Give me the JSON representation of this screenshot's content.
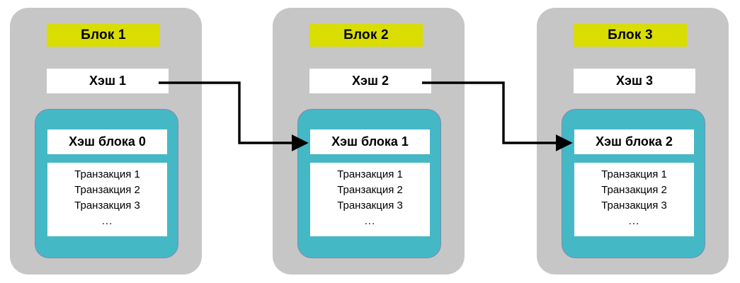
{
  "diagram": {
    "title": "Blockchain block chain diagram",
    "colors": {
      "card_background": "#c6c6c6",
      "title_background": "#d9dd00",
      "inner_background": "#45b8c6",
      "box_background": "#ffffff",
      "text": "#000000",
      "arrow": "#000000"
    },
    "blocks": [
      {
        "title": "Блок 1",
        "hash": "Хэш 1",
        "prev_hash": "Хэш блока 0",
        "transactions": [
          "Транзакция 1",
          "Транзакция 2",
          "Транзакция 3"
        ],
        "ellipsis": "..."
      },
      {
        "title": "Блок 2",
        "hash": "Хэш 2",
        "prev_hash": "Хэш блока 1",
        "transactions": [
          "Транзакция 1",
          "Транзакция 2",
          "Транзакция 3"
        ],
        "ellipsis": "..."
      },
      {
        "title": "Блок 3",
        "hash": "Хэш 3",
        "prev_hash": "Хэш блока 2",
        "transactions": [
          "Транзакция 1",
          "Транзакция 2",
          "Транзакция 3"
        ],
        "ellipsis": "..."
      }
    ],
    "connectors": [
      {
        "from": "Хэш 1",
        "to": "Хэш блока 1"
      },
      {
        "from": "Хэш 2",
        "to": "Хэш блока 2"
      }
    ]
  }
}
